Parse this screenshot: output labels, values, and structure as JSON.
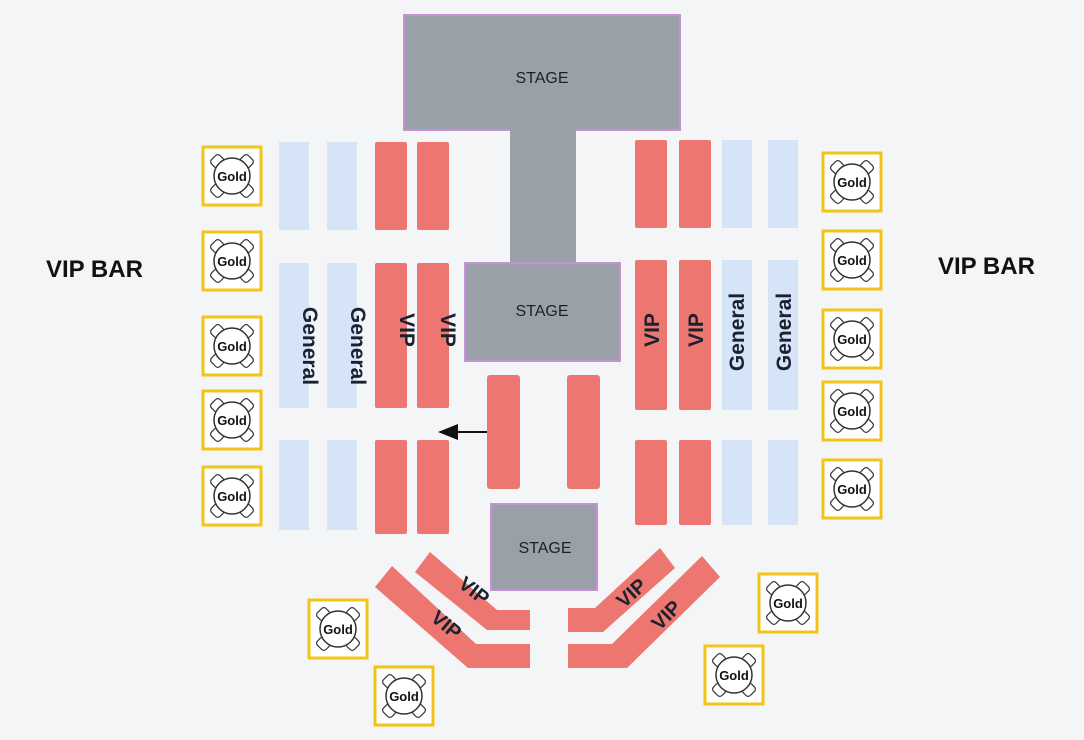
{
  "labels": {
    "stage": "STAGE",
    "vip_bar": "VIP BAR",
    "general": "General",
    "vip": "VIP",
    "gold": "Gold"
  },
  "colors": {
    "background": "#f4f5f7",
    "stage_fill": "#9aa0a8",
    "stage_border": "#c98fd6",
    "vip_red": "#ee7670",
    "general_blue": "#d6e4f8",
    "gold_border": "#f2c418",
    "arrow": "#111111"
  },
  "icons": {
    "gold_table": "round-table-with-four-chairs-icon",
    "arrow": "left-arrow-icon"
  }
}
